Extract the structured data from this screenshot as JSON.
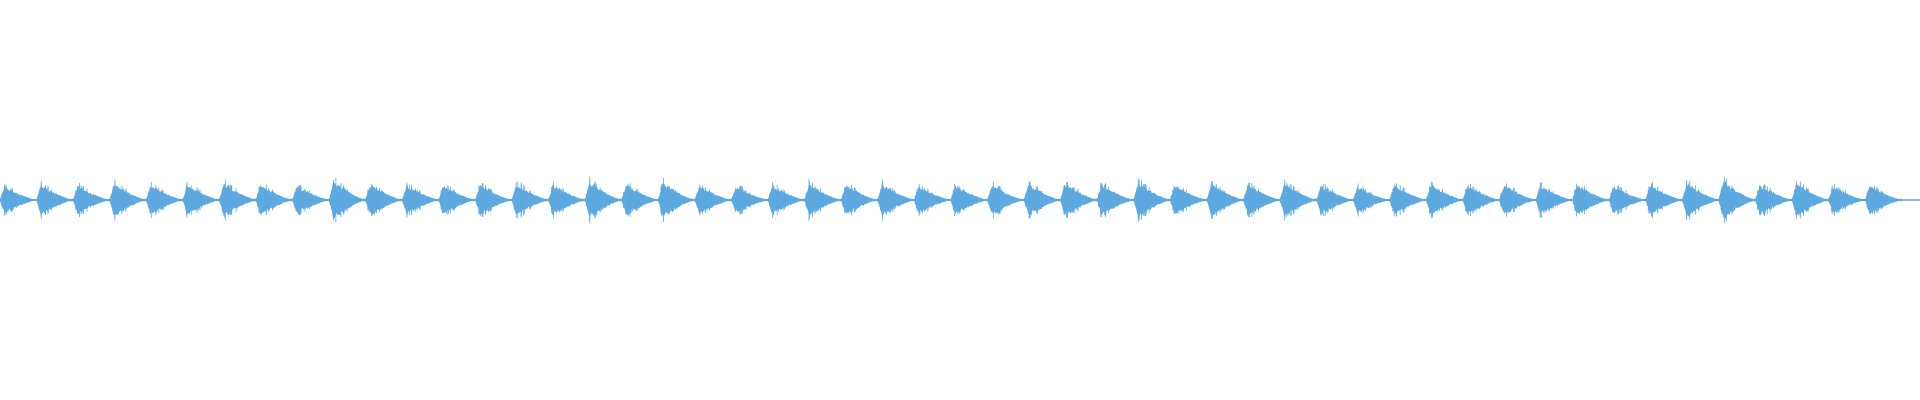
{
  "waveform": {
    "color": "#5DA9E0",
    "background": "#ffffff",
    "pulse_count": 52,
    "pulse_amplitudes": [
      0.55,
      0.62,
      0.58,
      0.66,
      0.6,
      0.64,
      0.7,
      0.63,
      0.6,
      0.78,
      0.66,
      0.62,
      0.6,
      0.64,
      0.66,
      0.64,
      0.74,
      0.62,
      0.72,
      0.58,
      0.56,
      0.6,
      0.66,
      0.62,
      0.66,
      0.56,
      0.6,
      0.64,
      0.66,
      0.7,
      0.66,
      0.72,
      0.6,
      0.68,
      0.64,
      0.7,
      0.6,
      0.54,
      0.62,
      0.66,
      0.6,
      0.62,
      0.6,
      0.62,
      0.58,
      0.62,
      0.72,
      0.78,
      0.64,
      0.7,
      0.58,
      0.6
    ]
  }
}
